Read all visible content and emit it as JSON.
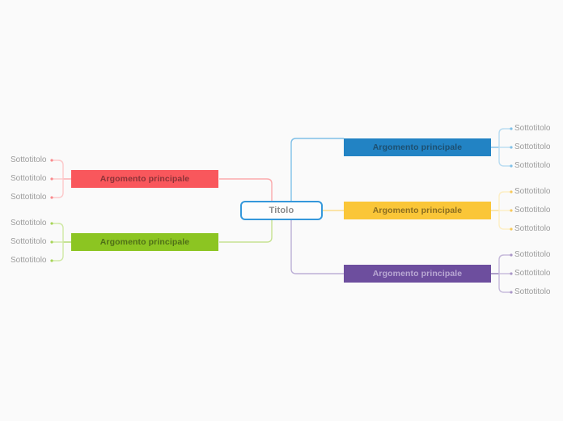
{
  "document": {
    "type": "mind-map",
    "language": "it",
    "background_color": "#fafafa"
  },
  "root": {
    "label": "Titolo",
    "border_color": "#3598db",
    "fill_color": "#fdfdfd",
    "text_color": "#8a8a8a"
  },
  "branches": [
    {
      "id": "blue",
      "side": "right",
      "label": "Argomento principale",
      "fill_color": "#2283c4",
      "text_color": "#1d4f70",
      "edge_color": "#7fc0e8",
      "leaves": [
        {
          "label": "Sottotitolo"
        },
        {
          "label": "Sottotitolo"
        },
        {
          "label": "Sottotitolo"
        }
      ]
    },
    {
      "id": "yellow",
      "side": "right",
      "label": "Argomento principale",
      "fill_color": "#fac638",
      "text_color": "#8a6d20",
      "edge_color": "#fbdd8d",
      "leaves": [
        {
          "label": "Sottotitolo"
        },
        {
          "label": "Sottotitolo"
        },
        {
          "label": "Sottotitolo"
        }
      ]
    },
    {
      "id": "purple",
      "side": "right",
      "label": "Argomento principale",
      "fill_color": "#6d4e9e",
      "text_color": "#b9a8d3",
      "edge_color": "#bcafd6",
      "leaves": [
        {
          "label": "Sottotitolo"
        },
        {
          "label": "Sottotitolo"
        },
        {
          "label": "Sottotitolo"
        }
      ]
    },
    {
      "id": "red",
      "side": "left",
      "label": "Argomento principale",
      "fill_color": "#f9575c",
      "text_color": "#8d3338",
      "edge_color": "#fbaaac",
      "leaves": [
        {
          "label": "Sottotitolo"
        },
        {
          "label": "Sottotitolo"
        },
        {
          "label": "Sottotitolo"
        }
      ]
    },
    {
      "id": "green",
      "side": "left",
      "label": "Argomento principale",
      "fill_color": "#8cc522",
      "text_color": "#4f6f17",
      "edge_color": "#c6e291",
      "leaves": [
        {
          "label": "Sottotitolo"
        },
        {
          "label": "Sottotitolo"
        },
        {
          "label": "Sottotitolo"
        }
      ]
    }
  ]
}
